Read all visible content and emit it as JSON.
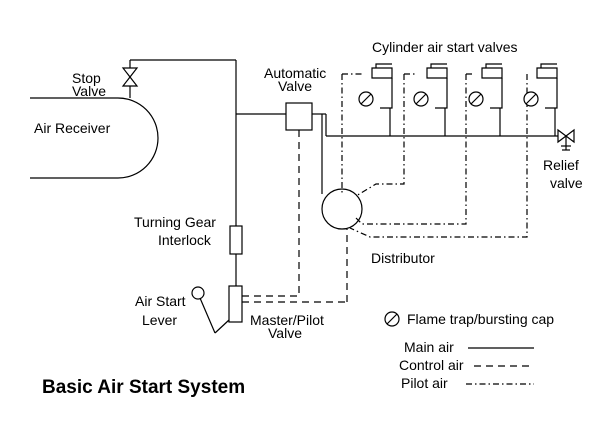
{
  "title": "Basic Air Start System",
  "labels": {
    "stop_valve_line1": "Stop",
    "stop_valve_line2": "Valve",
    "air_receiver": "Air Receiver",
    "automatic_valve_line1": "Automatic",
    "automatic_valve_line2": "Valve",
    "cylinder_valves": "Cylinder air start valves",
    "relief_valve_line1": "Relief",
    "relief_valve_line2": "valve",
    "turning_gear_line1": "Turning Gear",
    "turning_gear_line2": "Interlock",
    "distributor": "Distributor",
    "air_start_lever_line1": "Air Start",
    "air_start_lever_line2": "Lever",
    "master_pilot_line1": "Master/Pilot",
    "master_pilot_line2": "Valve"
  },
  "legend": {
    "flame_trap": "Flame trap/bursting cap",
    "main_air": "Main air",
    "control_air": "Control air",
    "pilot_air": "Pilot air"
  }
}
